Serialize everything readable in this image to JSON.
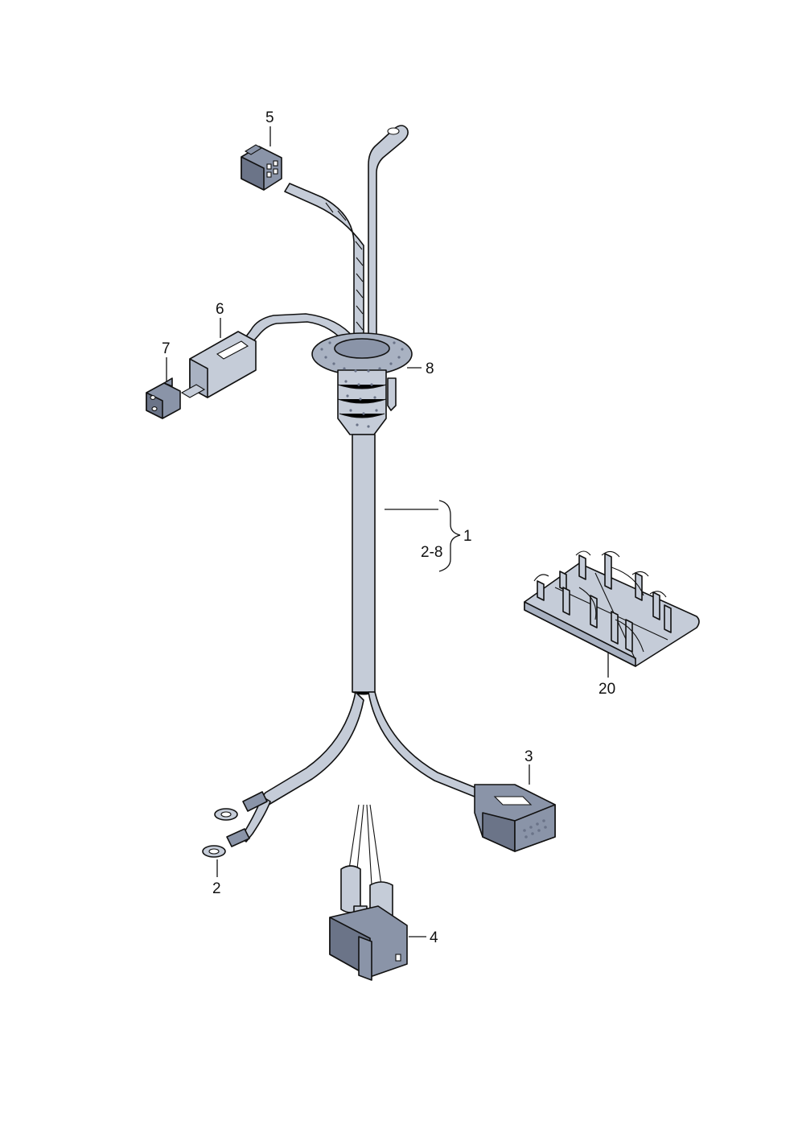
{
  "callouts": {
    "c1": "1",
    "c2": "2",
    "c3": "3",
    "c4": "4",
    "c5": "5",
    "c6": "6",
    "c7": "7",
    "c8": "8",
    "c20": "20",
    "range": "2-8"
  },
  "colors": {
    "cable": "#c5ccd8",
    "connector": "#8a94a8",
    "line": "#111111"
  }
}
